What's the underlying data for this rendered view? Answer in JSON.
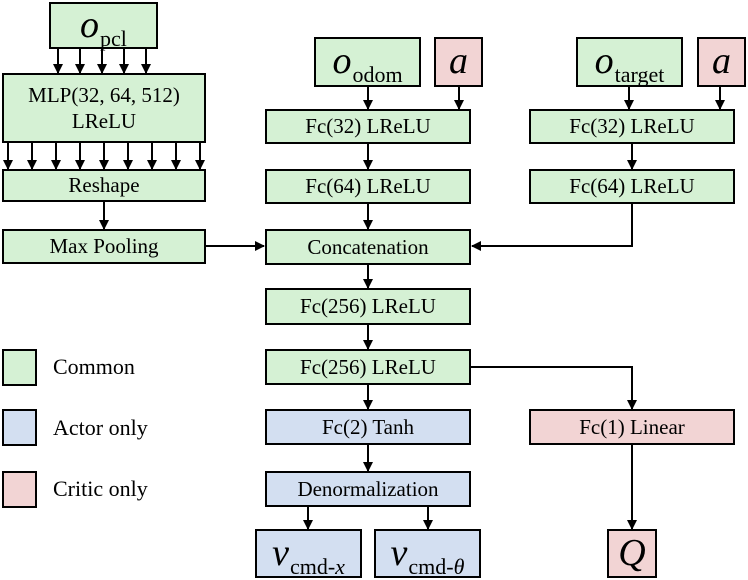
{
  "inputs": {
    "pcl": {
      "symbol": "o",
      "subscript": "pcl"
    },
    "odom": {
      "symbol": "o",
      "subscript": "odom"
    },
    "target": {
      "symbol": "o",
      "subscript": "target"
    },
    "action": {
      "symbol": "a"
    }
  },
  "pcl_branch": {
    "mlp_line1": "MLP(32, 64, 512)",
    "mlp_line2": "LReLU",
    "reshape": "Reshape",
    "max_pooling": "Max Pooling"
  },
  "odom_branch": {
    "fc32": "Fc(32) LReLU",
    "fc64": "Fc(64) LReLU"
  },
  "target_branch": {
    "fc32": "Fc(32) LReLU",
    "fc64": "Fc(64) LReLU"
  },
  "trunk": {
    "concat": "Concatenation",
    "fc256_a": "Fc(256) LReLU",
    "fc256_b": "Fc(256) LReLU"
  },
  "actor": {
    "fc2": "Fc(2) Tanh",
    "denorm": "Denormalization",
    "out_x": {
      "symbol": "v",
      "sub_main": "cmd-",
      "sub_var": "x"
    },
    "out_theta": {
      "symbol": "v",
      "sub_main": "cmd-",
      "sub_var": "θ"
    }
  },
  "critic": {
    "fc1": "Fc(1) Linear",
    "out": "Q"
  },
  "legend": {
    "common": "Common",
    "actor": "Actor only",
    "critic": "Critic only"
  },
  "colors": {
    "common": "#d5f1d4",
    "actor": "#d3dff1",
    "critic": "#f2d4d4"
  }
}
